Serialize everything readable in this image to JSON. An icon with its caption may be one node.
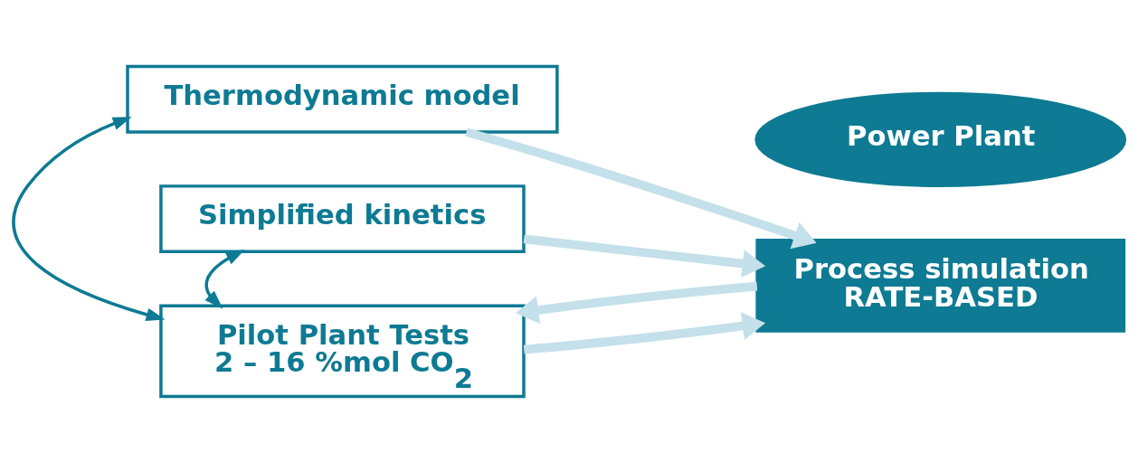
{
  "diagram": {
    "nodes": [
      {
        "text": [
          "Thermodynamic model"
        ]
      },
      {
        "text": [
          "Power Plant"
        ]
      },
      {
        "text": [
          "Simplified kinetics"
        ]
      },
      {
        "text": [
          "Process simulation",
          "RATE-BASED"
        ]
      },
      {
        "text": [
          "Pilot Plant Tests",
          "2 – 16 %mol CO$_{2}$"
        ]
      }
    ],
    "edges": [
      {
        "from": 0,
        "to": 3,
        "arrow": "to"
      },
      {
        "from": 2,
        "to": 3,
        "arrow": "to"
      },
      {
        "from": 4,
        "to": 3,
        "arrow": "to"
      },
      {
        "from": 3,
        "to": 4,
        "arrow": "to"
      },
      {
        "from": 2,
        "to": 4,
        "arrow": "both",
        "color": "#0e7a93"
      },
      {
        "from": 0,
        "to": 4,
        "arrow": "both",
        "color": "#0e7a93"
      }
    ]
  }
}
